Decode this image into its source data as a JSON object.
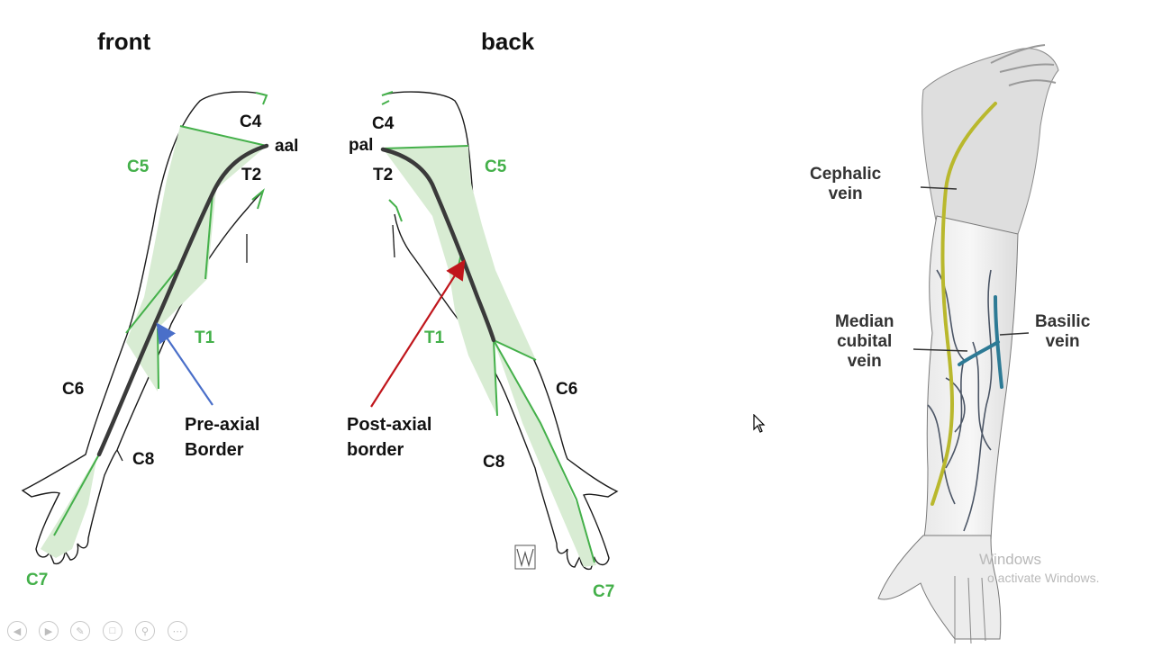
{
  "front": {
    "title": "front",
    "labels": {
      "c4": "C4",
      "aal": "aal",
      "c5": "C5",
      "t2": "T2",
      "t1": "T1",
      "c6": "C6",
      "c8": "C8",
      "c7": "C7"
    },
    "caption": {
      "line1": "Pre-axial",
      "line2": "Border"
    }
  },
  "back": {
    "title": "back",
    "labels": {
      "c4": "C4",
      "pal": "pal",
      "t2": "T2",
      "c5": "C5",
      "t1": "T1",
      "c6": "C6",
      "c8": "C8",
      "c7": "C7"
    },
    "caption": {
      "line1": "Post-axial",
      "line2": "border"
    }
  },
  "veins": {
    "cephalic": {
      "line1": "Cephalic",
      "line2": "vein"
    },
    "median": {
      "line1": "Median",
      "line2": "cubital",
      "line3": "vein"
    },
    "basilic": {
      "line1": "Basilic",
      "line2": "vein"
    }
  },
  "watermark": {
    "line1": "Windows",
    "line2": "o activate Windows."
  },
  "controls": [
    "prev-icon",
    "next-icon",
    "pen-icon",
    "slides-icon",
    "zoom-icon",
    "more-icon"
  ],
  "colors": {
    "dermatome_fill": "#d8ecd3",
    "dermatome_line": "#44b04a",
    "preaxial_arrow": "#4a6fc9",
    "postaxial_arrow": "#c0161c",
    "axial_line": "#3a3a3a",
    "cephalic_vein": "#b9b82d",
    "median_vein": "#2d7a95"
  }
}
